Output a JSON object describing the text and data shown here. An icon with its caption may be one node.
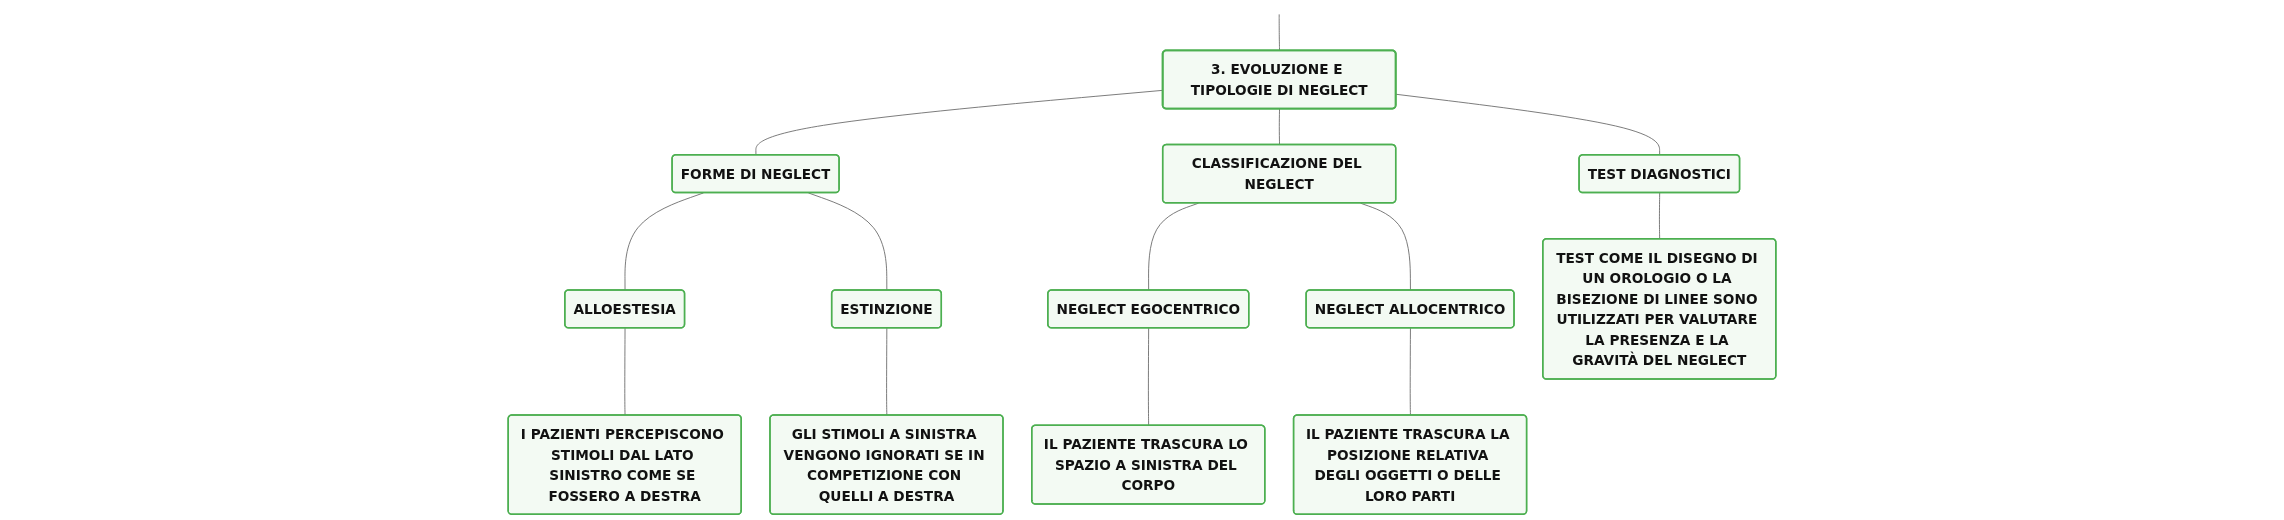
{
  "diagram": {
    "nodes": [
      {
        "text": [
          "3. EVOLUZIONE E TIPOLOGIE DI NEGLECT"
        ]
      },
      {
        "text": [
          "FORME DI NEGLECT"
        ]
      },
      {
        "text": [
          "CLASSIFICAZIONE DEL NEGLECT"
        ]
      },
      {
        "text": [
          "TEST DIAGNOSTICI"
        ]
      },
      {
        "text": [
          "ALLOESTESIA"
        ]
      },
      {
        "text": [
          "ESTINZIONE"
        ]
      },
      {
        "text": [
          "NEGLECT EGOCENTRICO"
        ]
      },
      {
        "text": [
          "NEGLECT ALLOCENTRICO"
        ]
      },
      {
        "text": [
          "TEST COME IL DISEGNO DI UN OROLOGIO O LA BISEZIONE DI LINEE SONO UTILIZZATI PER VALUTARE LA PRESENZA E LA GRAVITÀ DEL NEGLECT"
        ]
      },
      {
        "text": [
          "I PAZIENTI PERCEPISCONO STIMOLI DAL LATO SINISTRO COME SE FOSSERO A DESTRA"
        ]
      },
      {
        "text": [
          "GLI STIMOLI A SINISTRA VENGONO IGNORATI SE IN COMPETIZIONE CON QUELLI A DESTRA"
        ]
      },
      {
        "text": [
          "IL PAZIENTE TRASCURA LO SPAZIO A SINISTRA DEL CORPO"
        ]
      },
      {
        "text": [
          "IL PAZIENTE TRASCURA LA POSIZIONE RELATIVA DEGLI OGGETTI O DELLE LORO PARTI"
        ]
      }
    ],
    "edges": [
      {
        "from": null,
        "to": 0,
        "arrow": "none"
      },
      {
        "from": 0,
        "to": 1,
        "arrow": "none"
      },
      {
        "from": 0,
        "to": 2,
        "arrow": "none"
      },
      {
        "from": 0,
        "to": 3,
        "arrow": "none"
      },
      {
        "from": 1,
        "to": 4,
        "arrow": "none"
      },
      {
        "from": 1,
        "to": 5,
        "arrow": "none"
      },
      {
        "from": 2,
        "to": 6,
        "arrow": "none"
      },
      {
        "from": 2,
        "to": 7,
        "arrow": "none"
      },
      {
        "from": 3,
        "to": 8,
        "arrow": "none"
      },
      {
        "from": 4,
        "to": 9,
        "arrow": "none"
      },
      {
        "from": 5,
        "to": 10,
        "arrow": "none"
      },
      {
        "from": 6,
        "to": 11,
        "arrow": "none"
      },
      {
        "from": 7,
        "to": 12,
        "arrow": "none"
      }
    ]
  }
}
